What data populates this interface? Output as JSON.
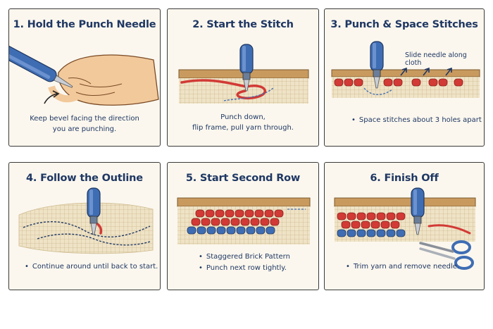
{
  "panels": [
    {
      "title": "1. Hold the Punch Needle",
      "caption": [
        "Keep bevel facing the direction",
        "you are punching."
      ]
    },
    {
      "title": "2. Start the Stitch",
      "caption": [
        "Punch down,",
        "flip frame, pull yarn through."
      ]
    },
    {
      "title": "3. Punch & Space Stitches",
      "annotation": "Slide needle along cloth",
      "bullets": [
        "Space stitches about 3 holes apart"
      ]
    },
    {
      "title": "4. Follow the Outline",
      "bullets": [
        "Continue around until back to start."
      ]
    },
    {
      "title": "5. Start Second Row",
      "bullets": [
        "Staggered Brick Pattern",
        "Punch next row tightly."
      ]
    },
    {
      "title": "6. Finish Off",
      "bullets": [
        "Trim yarn and remove needle."
      ]
    }
  ],
  "colors": {
    "title": "#1f3763",
    "needle": "#3f6db3",
    "yarn_red": "#d23a35",
    "yarn_blue": "#3f6db3",
    "frame_wood": "#c99a5e",
    "cloth": "#efe3c6"
  },
  "icons": [
    "hand-icon",
    "punch-needle-icon",
    "scissors-icon",
    "arrow-icon"
  ]
}
